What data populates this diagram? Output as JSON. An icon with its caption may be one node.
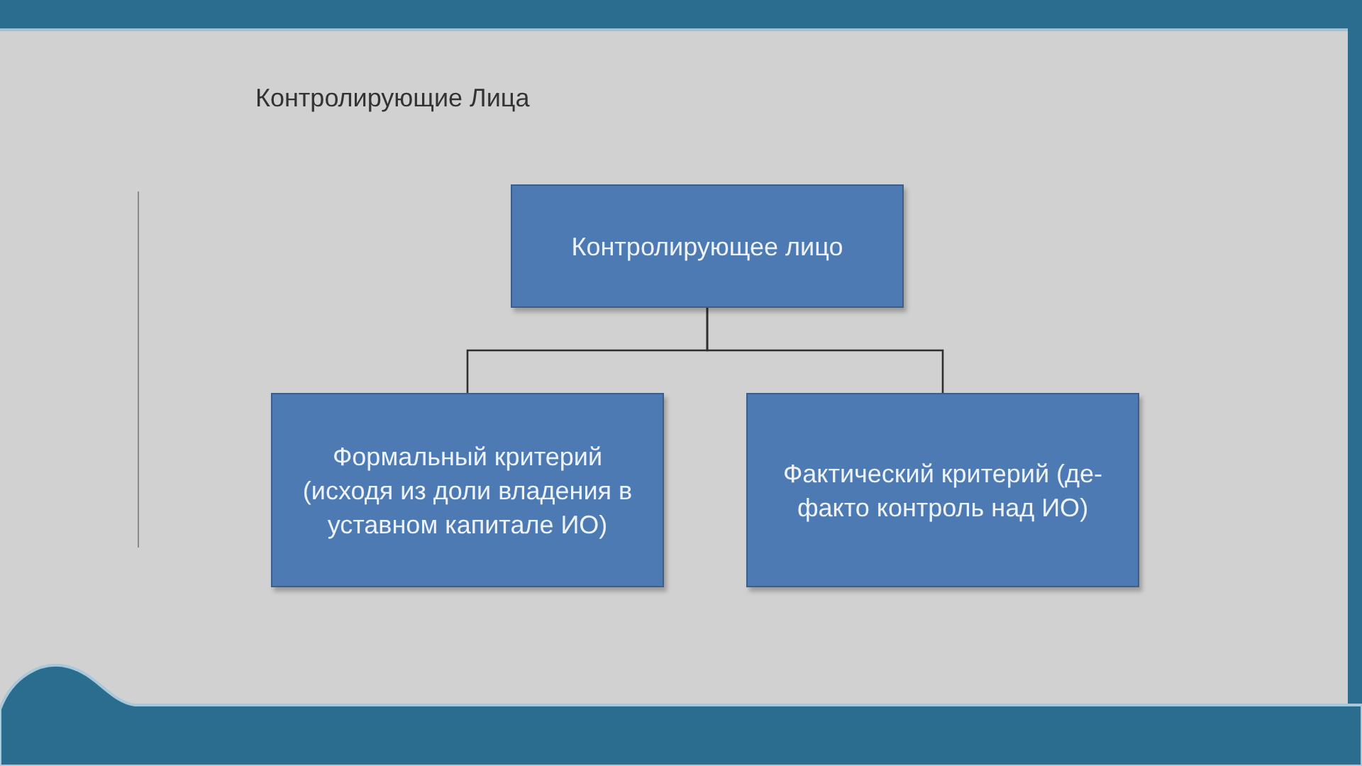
{
  "diagram": {
    "title": "Контролирующие Лица",
    "nodes": [
      {
        "text": [
          "Контролирующее лицо"
        ]
      },
      {
        "text": [
          "Формальный критерий (исходя из доли владения в уставном капитале ИО)"
        ]
      },
      {
        "text": [
          "Фактический критерий (де-факто контроль над ИО)"
        ]
      }
    ],
    "edges": [
      {
        "from": 0,
        "to": 1,
        "arrow": "none"
      },
      {
        "from": 0,
        "to": 2,
        "arrow": "none"
      }
    ]
  }
}
